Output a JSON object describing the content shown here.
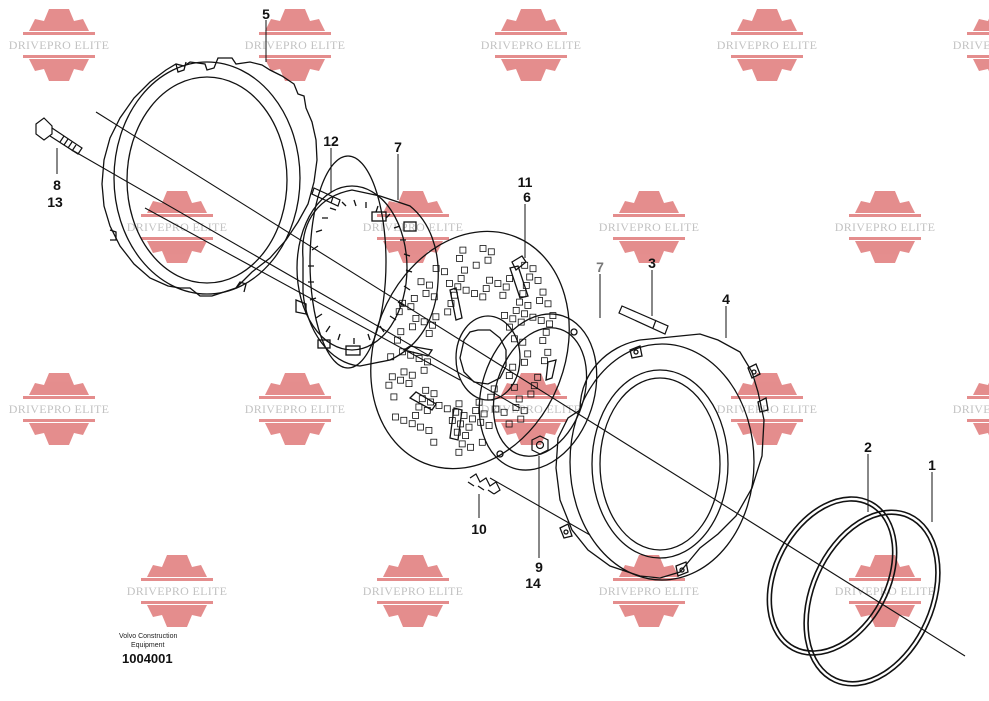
{
  "diagram": {
    "callouts": {
      "c1": "1",
      "c2": "2",
      "c3": "3",
      "c4": "4",
      "c5": "5",
      "c6": "6",
      "c7a": "7",
      "c7b": "7",
      "c8": "8",
      "c9": "9",
      "c10": "10",
      "c11": "11",
      "c12": "12",
      "c13": "13",
      "c14": "14"
    },
    "brand_line1": "Volvo Construction",
    "brand_line2": "Equipment",
    "drawing_number": "1004001"
  },
  "watermark": {
    "text": "DRIVEPRO ELITE",
    "gear_color": "#e07a7a",
    "text_color": "#b8b8b8"
  }
}
